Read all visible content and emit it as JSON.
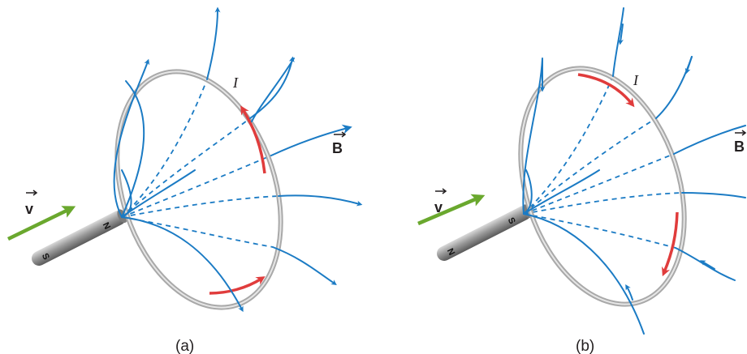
{
  "panels": [
    {
      "caption": "(a)",
      "current_label": "I",
      "field_label": "B",
      "velocity_label": "v",
      "magnet_front_pole": "N",
      "magnet_back_pole": "S"
    },
    {
      "caption": "(b)",
      "current_label": "I",
      "field_label": "B",
      "velocity_label": "v",
      "magnet_front_pole": "S",
      "magnet_back_pole": "N"
    }
  ],
  "colors": {
    "field_lines": "#1b7bc4",
    "current_arrows": "#e03c3c",
    "velocity_arrow": "#6aa82e",
    "loop": "#b8b8b8",
    "magnet": "#8e8e8e"
  }
}
